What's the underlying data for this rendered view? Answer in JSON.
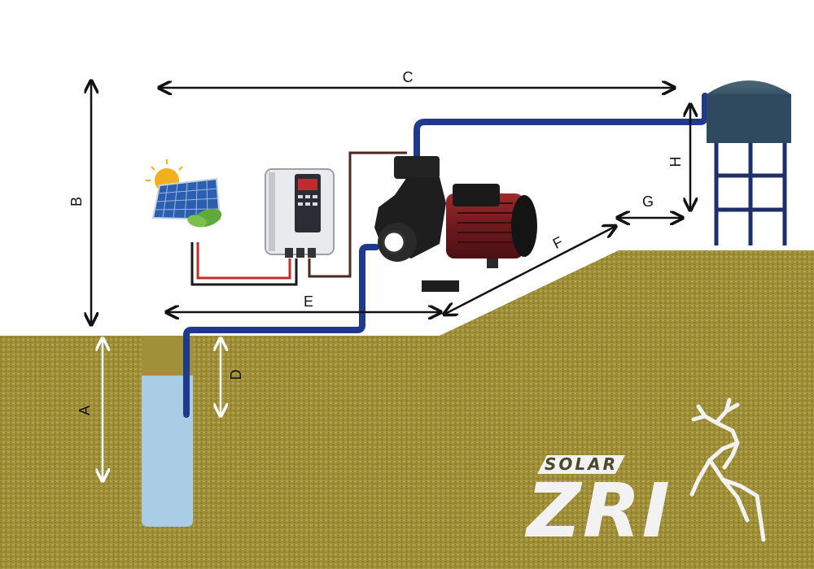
{
  "dimensions": {
    "A": "A",
    "B": "B",
    "C": "C",
    "D": "D",
    "E": "E",
    "F": "F",
    "G": "G",
    "H": "H"
  },
  "logo": {
    "small_text": "SOLAR",
    "big_text": "ZRI"
  },
  "icons": {
    "solar_panel": "solar-panel-icon",
    "controller": "pump-controller-icon",
    "pump": "centrifugal-pump-icon",
    "tank": "water-tank-icon",
    "deer": "deer-logo-icon"
  },
  "colors": {
    "ground": "#a0903a",
    "water": "#a9cde4",
    "pipe": "#1f3a8a",
    "tank": "#2f4a5e",
    "tower": "#1f2f6a",
    "wire_red": "#c0302a",
    "wire_black": "#1a1a1a",
    "wire_brown": "#4a2a20",
    "motor": "#7a1e22"
  }
}
